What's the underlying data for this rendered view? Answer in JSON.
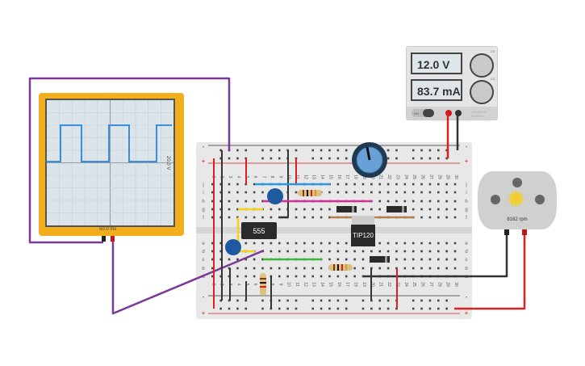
{
  "oscilloscope": {
    "volts_per_div": "20.0 V",
    "time_per_div": "50.0 ms",
    "trace_color": "#3a8ee0",
    "frame_color": "#f2ae1c"
  },
  "power_supply": {
    "voltage": "12.0 V",
    "current": "83.7 mA",
    "cc_indicator": "CC",
    "cv_indicator": "CV",
    "on_label": "ON",
    "brand_label": "VOLTAGE SUPPLY"
  },
  "motor": {
    "speed": "6182 rpm",
    "gear_color": "#f0d030"
  },
  "breadboard": {
    "columns": 30,
    "row_letters_top": [
      "j",
      "i",
      "h",
      "g",
      "f"
    ],
    "row_letters_bottom": [
      "e",
      "d",
      "c",
      "b",
      "a"
    ],
    "rail_minus": "-",
    "rail_plus": "+"
  },
  "components": {
    "timer_chip": "555",
    "transistor": "TIP120"
  },
  "colors": {
    "wire_purple": "#7b3a96",
    "wire_red": "#e02020",
    "wire_black": "#333333",
    "wire_blue": "#2a9ad8",
    "wire_magenta": "#d0309a",
    "wire_yellow": "#f2d21a",
    "wire_green": "#3cb83c",
    "wire_brown": "#b08050"
  }
}
